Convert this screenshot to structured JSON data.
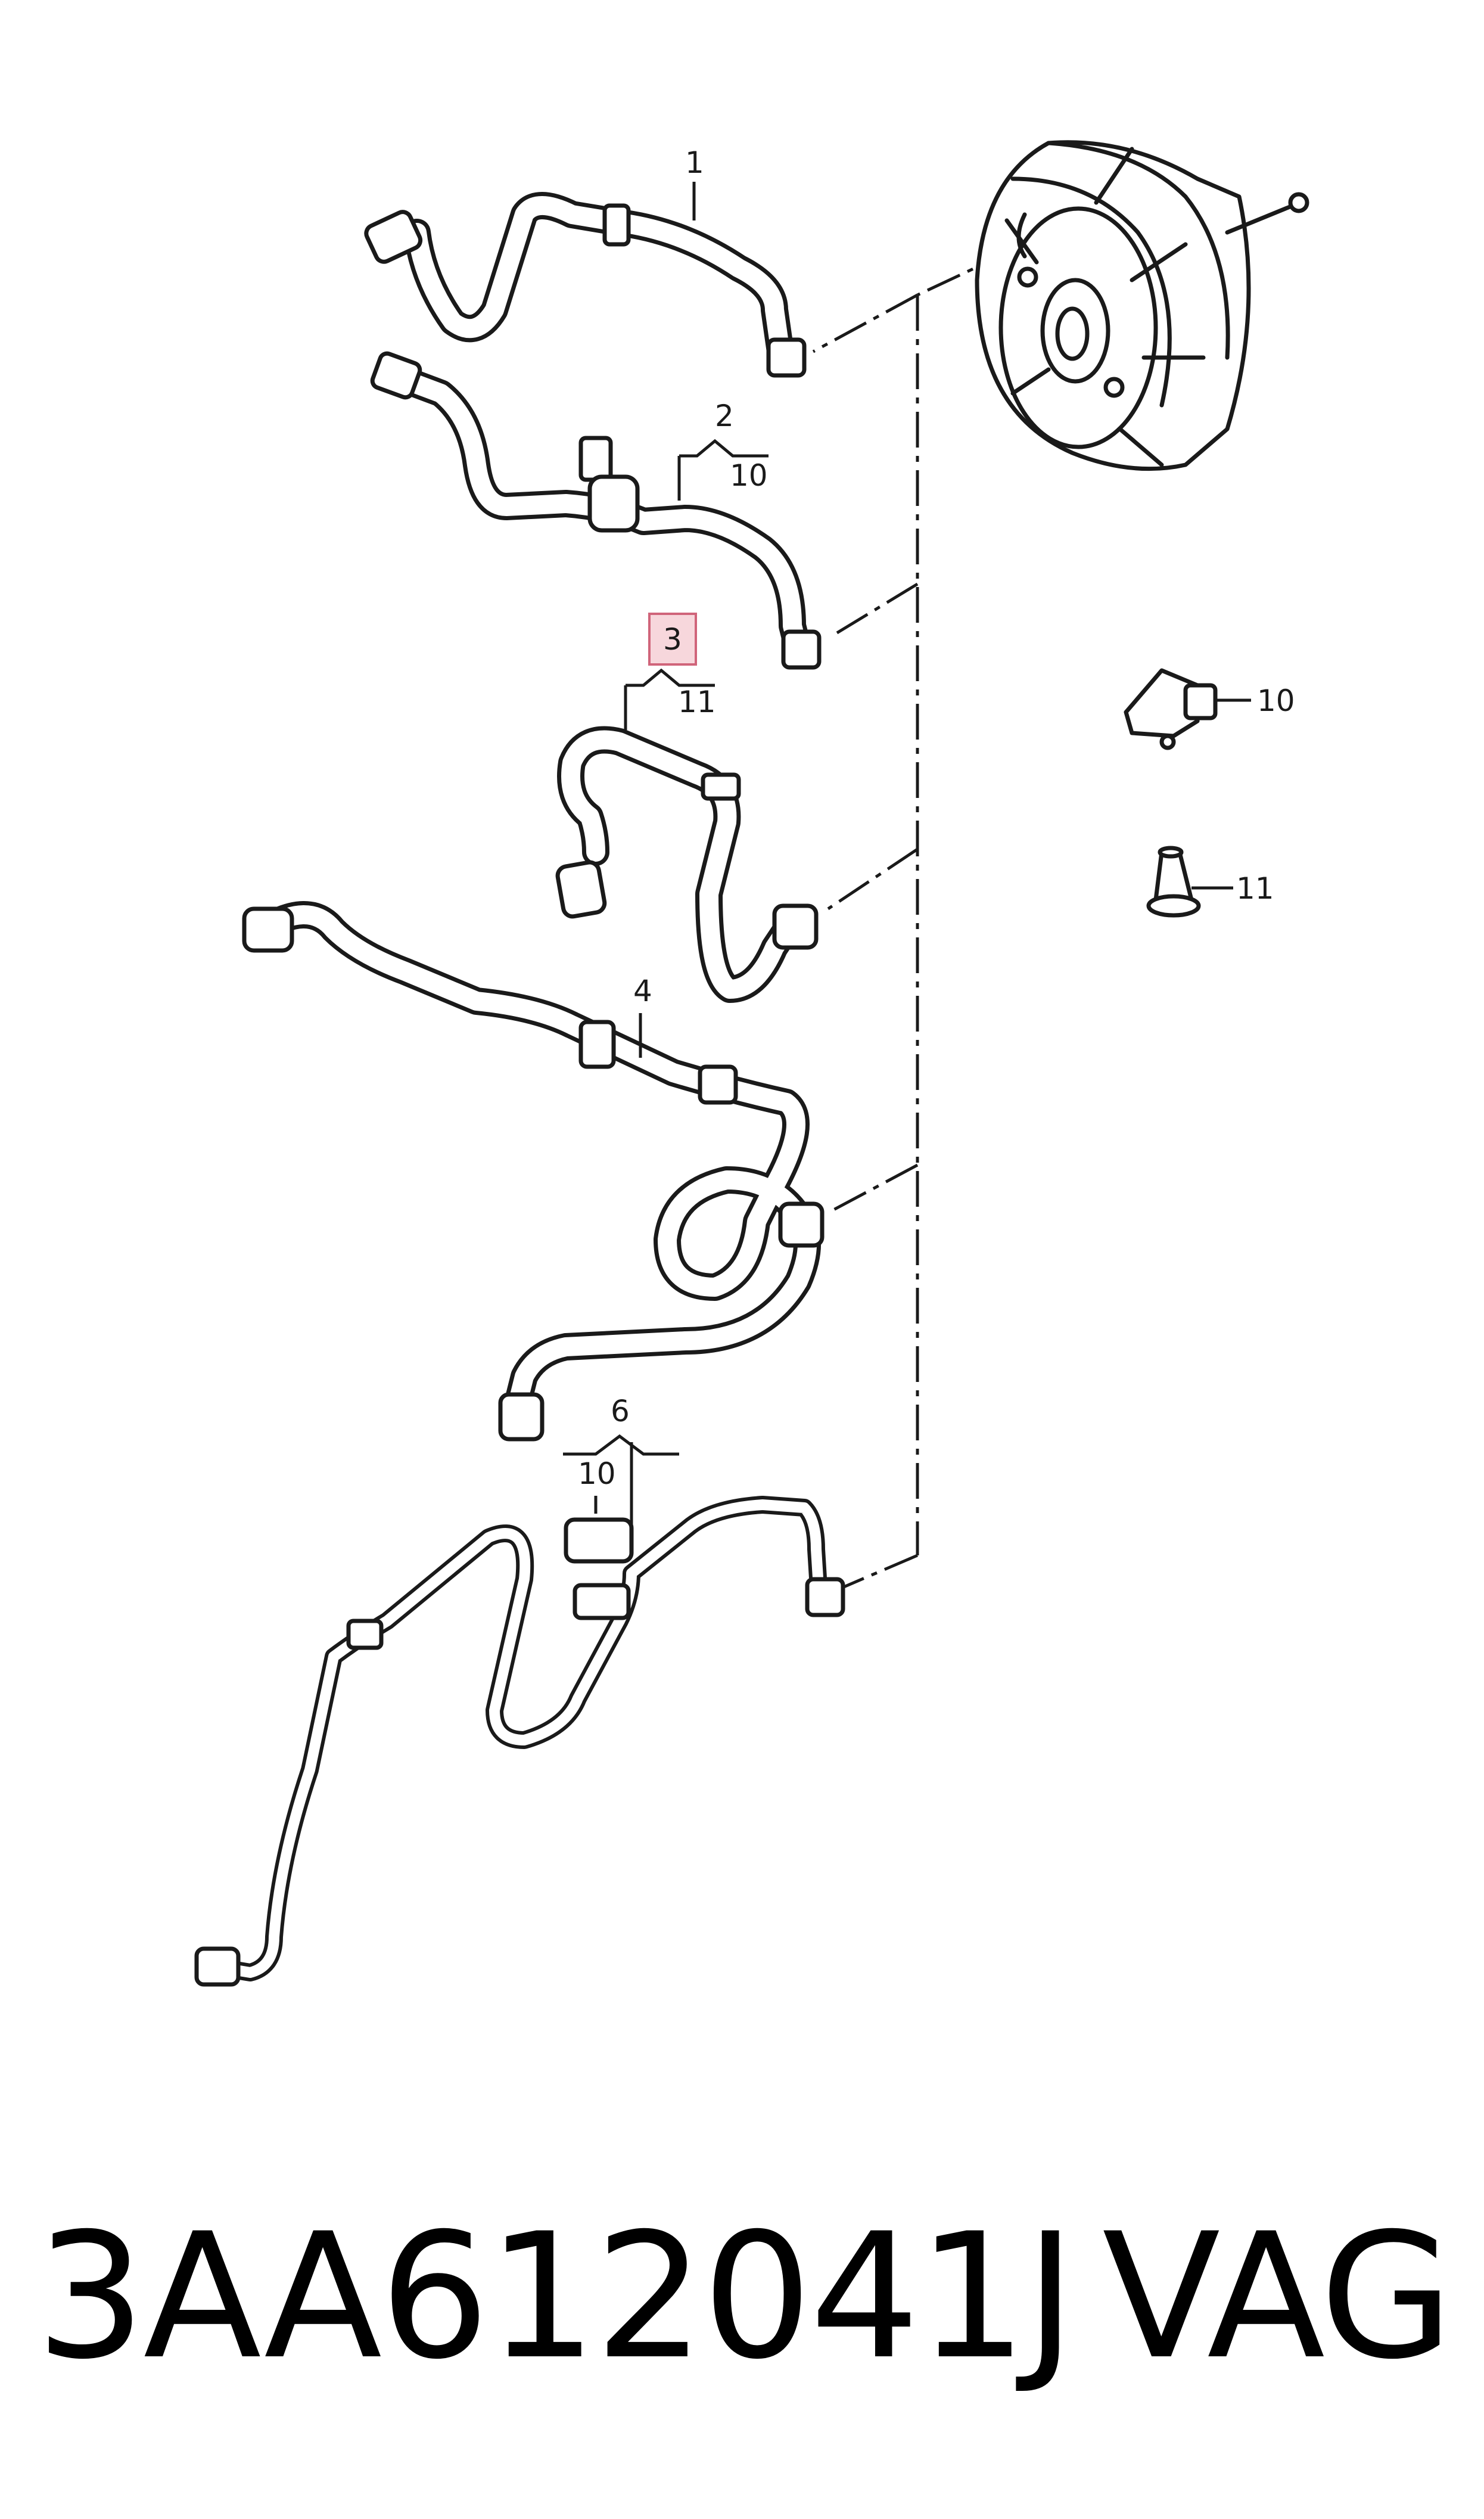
{
  "callouts": {
    "c1": "1",
    "c2": "2",
    "c3": "3",
    "c4": "4",
    "c6": "6",
    "c10a": "10",
    "c10b": "10",
    "c10c": "10",
    "c11a": "11",
    "c11b": "11"
  },
  "highlighted_callout": "3",
  "footer": {
    "part_number": "3AA612041J",
    "brand": "VAG"
  },
  "colors": {
    "line": "#1a1a1a",
    "highlight_fill": "#f7d7dc",
    "highlight_border": "#d0647a"
  }
}
